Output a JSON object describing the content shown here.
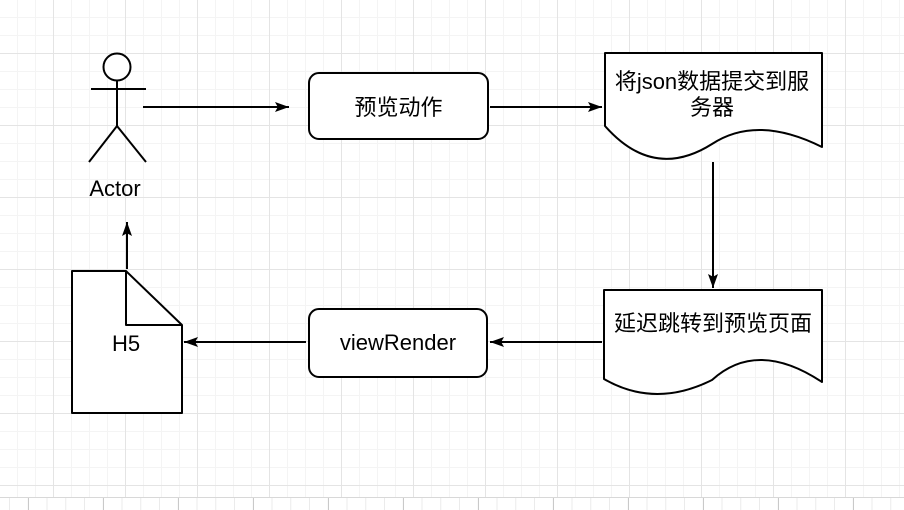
{
  "canvas": {
    "background": "#ffffff",
    "grid_minor_color": "#f4f4f4",
    "grid_major_color": "#e4e4e4",
    "stroke_color": "#000000",
    "text_color": "#000000",
    "shape_fill": "#ffffff"
  },
  "diagram": {
    "nodes": {
      "actor": {
        "type": "actor",
        "label": "Actor"
      },
      "preview_action": {
        "type": "rounded-rectangle",
        "label": "预览动作"
      },
      "submit_json": {
        "type": "document",
        "label": "将json数据提交到服务器"
      },
      "delay_redirect": {
        "type": "document",
        "label": "延迟跳转到预览页面"
      },
      "view_render": {
        "type": "rounded-rectangle",
        "label": "viewRender"
      },
      "h5": {
        "type": "note",
        "label": "H5"
      }
    },
    "edges": [
      {
        "from": "actor",
        "to": "preview_action",
        "direction": "right"
      },
      {
        "from": "preview_action",
        "to": "submit_json",
        "direction": "right"
      },
      {
        "from": "submit_json",
        "to": "delay_redirect",
        "direction": "down"
      },
      {
        "from": "delay_redirect",
        "to": "view_render",
        "direction": "left"
      },
      {
        "from": "view_render",
        "to": "h5",
        "direction": "left"
      },
      {
        "from": "h5",
        "to": "actor",
        "direction": "up"
      }
    ]
  }
}
